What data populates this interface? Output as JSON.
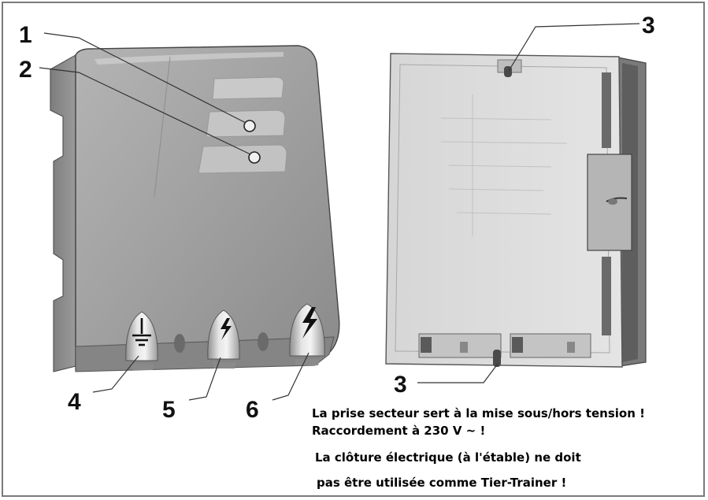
{
  "callouts": {
    "c1": "1",
    "c2": "2",
    "c3_top": "3",
    "c3_bottom": "3",
    "c4": "4",
    "c5": "5",
    "c6": "6"
  },
  "notes": [
    "La prise secteur sert à la mise sous/hors tension !",
    "Raccordement à 230 V ~ !",
    "La clôture électrique (à l'étable) ne doit",
    "pas être utilisée comme Tier-Trainer !"
  ],
  "colors": {
    "housing": "#9a9a9a",
    "housing_light": "#b9b9b9",
    "housing_dark": "#6e6e6e",
    "back_panel": "#dcdcdc",
    "line": "#333333"
  }
}
